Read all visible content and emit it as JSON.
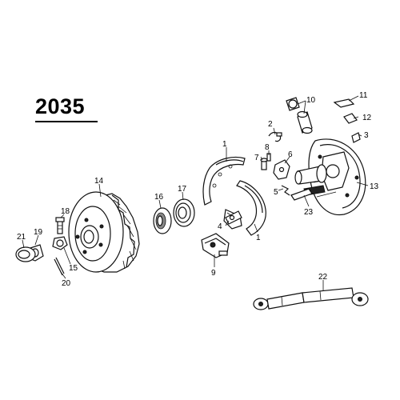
{
  "figure": {
    "number": "2035"
  },
  "parts": [
    {
      "id": "p1a",
      "label": "1"
    },
    {
      "id": "p1b",
      "label": "1"
    },
    {
      "id": "p2",
      "label": "2"
    },
    {
      "id": "p3",
      "label": "3"
    },
    {
      "id": "p4",
      "label": "4"
    },
    {
      "id": "p5",
      "label": "5"
    },
    {
      "id": "p6",
      "label": "6"
    },
    {
      "id": "p7",
      "label": "7"
    },
    {
      "id": "p8",
      "label": "8"
    },
    {
      "id": "p9",
      "label": "9"
    },
    {
      "id": "p10",
      "label": "10"
    },
    {
      "id": "p11",
      "label": "11"
    },
    {
      "id": "p12",
      "label": "12"
    },
    {
      "id": "p13",
      "label": "13"
    },
    {
      "id": "p14",
      "label": "14"
    },
    {
      "id": "p15",
      "label": "15"
    },
    {
      "id": "p16",
      "label": "16"
    },
    {
      "id": "p17",
      "label": "17"
    },
    {
      "id": "p18",
      "label": "18"
    },
    {
      "id": "p19",
      "label": "19"
    },
    {
      "id": "p20",
      "label": "20"
    },
    {
      "id": "p21",
      "label": "21"
    },
    {
      "id": "p22",
      "label": "22"
    },
    {
      "id": "p23",
      "label": "23"
    }
  ]
}
